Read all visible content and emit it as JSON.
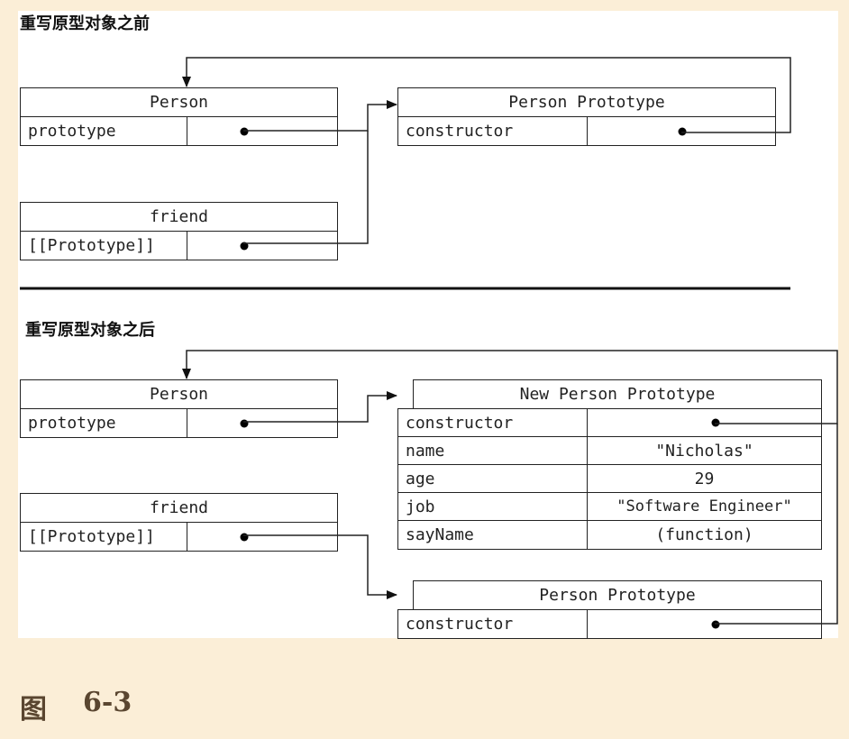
{
  "top": {
    "title": "重写原型对象之前",
    "person": {
      "header": "Person",
      "rows": [
        {
          "key": "prototype",
          "value": ""
        }
      ]
    },
    "person_prototype": {
      "header": "Person Prototype",
      "rows": [
        {
          "key": "constructor",
          "value": ""
        }
      ]
    },
    "friend": {
      "header": "friend",
      "rows": [
        {
          "key": "[[Prototype]]",
          "value": ""
        }
      ]
    }
  },
  "bottom": {
    "title": "重写原型对象之后",
    "person": {
      "header": "Person",
      "rows": [
        {
          "key": "prototype",
          "value": ""
        }
      ]
    },
    "new_prototype": {
      "header": "New Person Prototype",
      "rows": [
        {
          "key": "constructor",
          "value": ""
        },
        {
          "key": "name",
          "value": "\"Nicholas\""
        },
        {
          "key": "age",
          "value": "29"
        },
        {
          "key": "job",
          "value": "\"Software Engineer\""
        },
        {
          "key": "sayName",
          "value": "(function)"
        }
      ]
    },
    "friend": {
      "header": "friend",
      "rows": [
        {
          "key": "[[Prototype]]",
          "value": ""
        }
      ]
    },
    "person_prototype": {
      "header": "Person Prototype",
      "rows": [
        {
          "key": "constructor",
          "value": ""
        }
      ]
    }
  },
  "caption": {
    "label": "图",
    "number": "6-3"
  },
  "colors": {
    "background": "#fbeed7",
    "panel": "#ffffff",
    "line": "#222222",
    "caption": "#5a4630"
  }
}
